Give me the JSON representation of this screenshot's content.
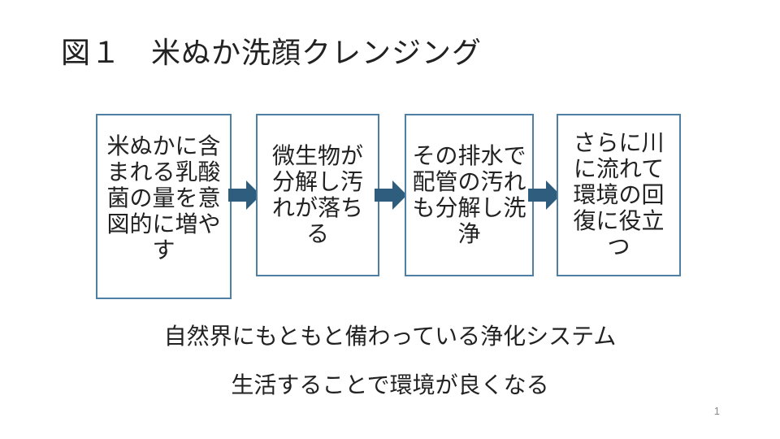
{
  "slide": {
    "title": "図１　米ぬか洗顔クレンジング",
    "page_number": "1"
  },
  "flow": {
    "boxes": [
      {
        "lines": [
          "米ぬかに含",
          "まれる乳酸",
          "菌の量を意",
          "図的に増や",
          "す"
        ]
      },
      {
        "lines": [
          "微生物が",
          "分解し汚",
          "れが落ち",
          "る"
        ]
      },
      {
        "lines": [
          "その排水で",
          "配管の汚れ",
          "も分解し洗",
          "浄"
        ]
      },
      {
        "lines": [
          "さらに川",
          "に流れて",
          "環境の回",
          "復に役立",
          "つ"
        ]
      }
    ],
    "arrow_count": 3
  },
  "captions": {
    "line1": "自然界にもともと備わっている浄化システム",
    "line2": "生活することで環境が良くなる"
  },
  "colors": {
    "box_border": "#4e7fa5",
    "arrow_fill": "#2e5d7d",
    "text_color": "#222222",
    "page_number_color": "#8a8a8a",
    "background": "#ffffff"
  }
}
